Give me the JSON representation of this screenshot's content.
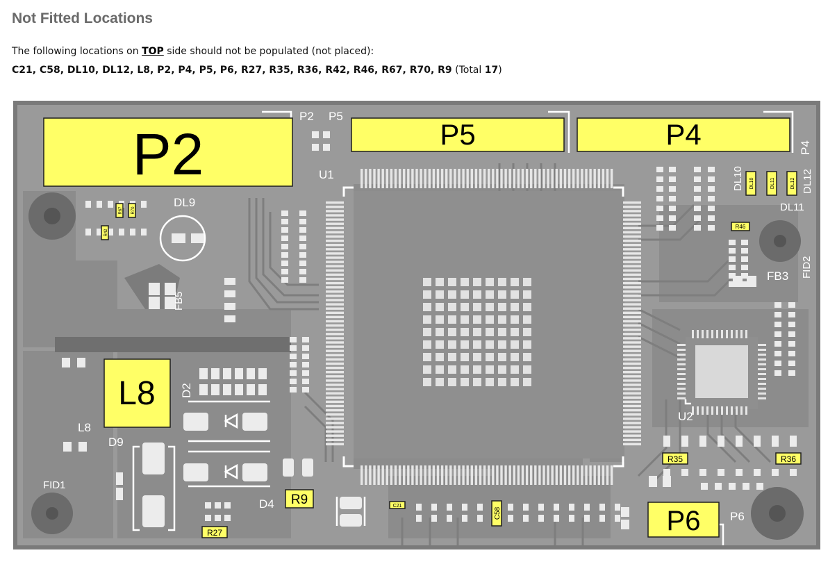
{
  "heading": "Not Fitted Locations",
  "intro": {
    "before": "The following locations on ",
    "side_link": "TOP",
    "after": " side should not be populated (not placed):"
  },
  "summary": {
    "locations": "C21, C58, DL10, DL12, L8, P2, P4, P5, P6, R27, R35, R36, R42, R46, R67, R70, R9",
    "total_prefix": " (Total ",
    "total": "17",
    "total_suffix": ")"
  },
  "board": {
    "colors": {
      "board": "#999999",
      "copper": "#8a8a8a",
      "pad": "#ececec",
      "silk": "#ffffff",
      "highlight": "#ffff66",
      "highlight_border": "#222222",
      "hole": "#5f5f5f"
    },
    "highlighted": [
      {
        "id": "P2",
        "label": "P2",
        "size": "huge",
        "rotate": false
      },
      {
        "id": "P5",
        "label": "P5",
        "size": "big",
        "rotate": false
      },
      {
        "id": "P4",
        "label": "P4",
        "size": "big",
        "rotate": false
      },
      {
        "id": "L8",
        "label": "L8",
        "size": "big",
        "rotate": false
      },
      {
        "id": "P6",
        "label": "P6",
        "size": "big",
        "rotate": false
      },
      {
        "id": "R9",
        "label": "R9",
        "size": "mid",
        "rotate": false
      },
      {
        "id": "R27",
        "label": "R27",
        "size": "small",
        "rotate": false
      },
      {
        "id": "R35",
        "label": "R35",
        "size": "small",
        "rotate": false
      },
      {
        "id": "R36",
        "label": "R36",
        "size": "small",
        "rotate": false
      },
      {
        "id": "R46",
        "label": "R46",
        "size": "tiny",
        "rotate": false
      },
      {
        "id": "C58",
        "label": "C58",
        "size": "tiny",
        "rotate": true
      },
      {
        "id": "C21",
        "label": "C21",
        "size": "tiny",
        "rotate": false
      },
      {
        "id": "DL10",
        "label": "DL10",
        "size": "tiny",
        "rotate": true
      },
      {
        "id": "DL11m",
        "label": "DL11",
        "size": "tiny",
        "rotate": true
      },
      {
        "id": "DL12",
        "label": "DL12",
        "size": "tiny",
        "rotate": true
      },
      {
        "id": "R67",
        "label": "R67",
        "size": "tiny",
        "rotate": true
      },
      {
        "id": "R70",
        "label": "R70",
        "size": "tiny",
        "rotate": true
      },
      {
        "id": "R42",
        "label": "R42",
        "size": "tiny",
        "rotate": true
      }
    ],
    "silk_labels": [
      {
        "id": "P2s",
        "text": "P2",
        "rotate": false
      },
      {
        "id": "P5s",
        "text": "P5",
        "rotate": false
      },
      {
        "id": "U1",
        "text": "U1",
        "rotate": false
      },
      {
        "id": "DL9",
        "text": "DL9",
        "rotate": false
      },
      {
        "id": "P4s",
        "text": "P4",
        "rotate": true
      },
      {
        "id": "DL10s",
        "text": "DL10",
        "rotate": true
      },
      {
        "id": "DL12s",
        "text": "DL12",
        "rotate": true
      },
      {
        "id": "DL11",
        "text": "DL11",
        "rotate": false
      },
      {
        "id": "FB5",
        "text": "FB5",
        "rotate": true
      },
      {
        "id": "FB3",
        "text": "FB3",
        "rotate": false
      },
      {
        "id": "FID2",
        "text": "FID2",
        "rotate": true
      },
      {
        "id": "D2",
        "text": "D2",
        "rotate": true
      },
      {
        "id": "L8s",
        "text": "L8",
        "rotate": false
      },
      {
        "id": "D9",
        "text": "D9",
        "rotate": false
      },
      {
        "id": "FID1",
        "text": "FID1",
        "rotate": false
      },
      {
        "id": "D4",
        "text": "D4",
        "rotate": false
      },
      {
        "id": "U2",
        "text": "U2",
        "rotate": false
      },
      {
        "id": "P6s",
        "text": "P6",
        "rotate": false
      }
    ]
  }
}
